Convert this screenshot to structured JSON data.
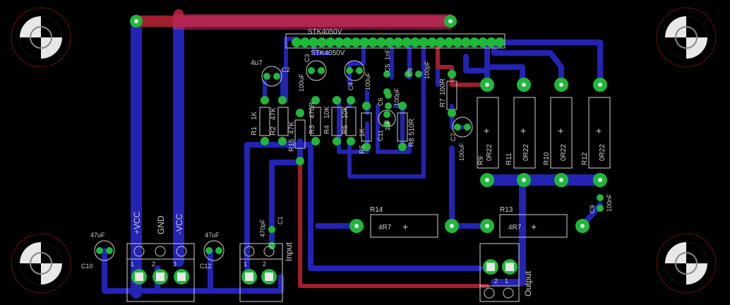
{
  "ic": {
    "name_top": "STK4050V",
    "name_bottom": "STK4050V"
  },
  "power": {
    "vcc_pos": "+VCC",
    "gnd": "GND",
    "vcc_neg": "-VCC",
    "pin1": "1",
    "pin2": "2",
    "pin3": "3"
  },
  "input": {
    "label": "Input",
    "pin1": "1",
    "pin2": "2"
  },
  "output": {
    "label": "Output",
    "pin1": "1",
    "pin2": "2"
  },
  "resistors": {
    "r1": "R1",
    "r1v": "1K",
    "r2": "R2",
    "r2v": "47K",
    "r3": "R3",
    "r3v": "470R",
    "r4": "R4",
    "r4v": "10K",
    "r5": "R5",
    "r5v": "10K",
    "r6": "R6",
    "r6v": "1K",
    "r7": "R7",
    "r7v": "100R",
    "r8": "R8",
    "r8v": "510R",
    "r9": "R9",
    "r9v": "0R22",
    "r10": "R10",
    "r10v": "0R22",
    "r11": "R11",
    "r11v": "0R22",
    "r12": "R12",
    "r12v": "0R22",
    "r13": "R13",
    "r13v": "4R7",
    "r14": "R14",
    "r14v": "4R7",
    "r15": "R15",
    "r15v": "47K"
  },
  "caps": {
    "c1": "C1",
    "c1v": "470pF",
    "c2": "C2",
    "c2v": "4u7",
    "c3": "C3",
    "c3v": "100uF",
    "c4": "C4",
    "c4v": "100uF",
    "c5": "C5",
    "c5v": "1nF",
    "c6": "C6",
    "c6v": "100pF",
    "c7": "C7",
    "c7v": "100uF",
    "c8": "C8",
    "c8v": "100pF",
    "c9": "C9",
    "c9v": "100nF",
    "c10": "C10",
    "c10v": "47uF",
    "c11": "C11",
    "c11v": "1uF",
    "c12": "C12",
    "c12v": "47uF"
  },
  "colors": {
    "background": "#000000",
    "bottom_trace": "#2323b4",
    "top_trace": "#a01e2d",
    "pad": "#1fb83a",
    "drill": "#e8e8e8",
    "silk": "#cfcfcf",
    "hole_ring": "#c21e1e"
  }
}
